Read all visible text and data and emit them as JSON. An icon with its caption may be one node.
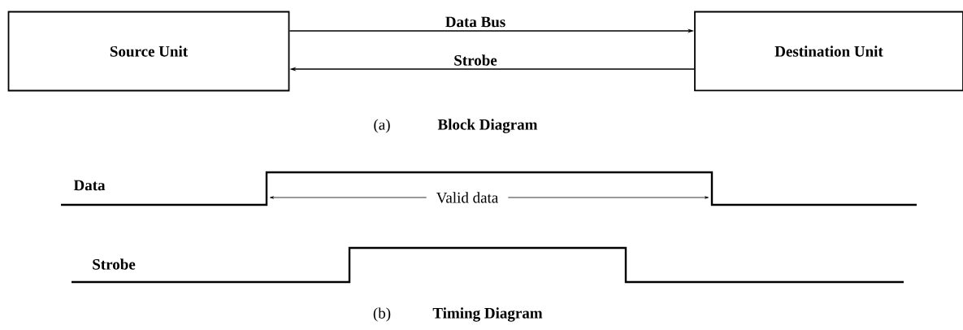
{
  "diagram": {
    "nodes": [
      {
        "text": [
          "Source Unit"
        ]
      },
      {
        "text": [
          "Destination Unit"
        ]
      }
    ],
    "edges": [
      {
        "from": 0,
        "to": 1,
        "arrow": "to",
        "label": "Data Bus"
      },
      {
        "from": 1,
        "to": 0,
        "arrow": "to",
        "label": "Strobe"
      }
    ],
    "labels": [
      "(a)",
      "Block Diagram",
      "Data",
      "Valid data",
      "Strobe",
      "(b)",
      "Timing Diagram"
    ]
  }
}
